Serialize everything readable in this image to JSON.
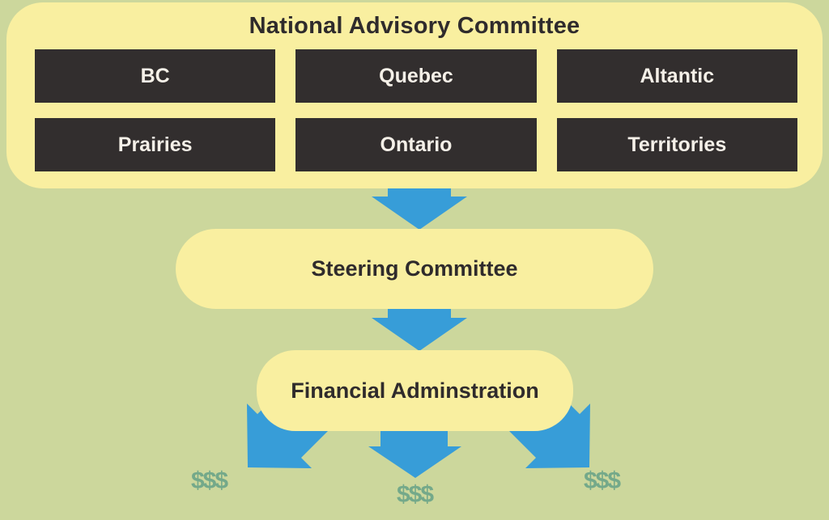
{
  "colors": {
    "background": "#ccd79c",
    "panel_yellow": "#f9efa0",
    "box_dark": "#322e2e",
    "box_text": "#f5f0e8",
    "title_text": "#2f2b2c",
    "arrow_blue": "#379dd8",
    "money_green": "#74a98a"
  },
  "nac": {
    "title": "National Advisory Committee",
    "regions": [
      {
        "label": "BC"
      },
      {
        "label": "Quebec"
      },
      {
        "label": "Altantic"
      },
      {
        "label": "Prairies"
      },
      {
        "label": "Ontario"
      },
      {
        "label": "Territories"
      }
    ]
  },
  "steering": {
    "label": "Steering Committee"
  },
  "financial": {
    "label": "Financial Adminstration"
  },
  "money": {
    "left": "$$$",
    "center": "$$$",
    "right": "$$$"
  }
}
